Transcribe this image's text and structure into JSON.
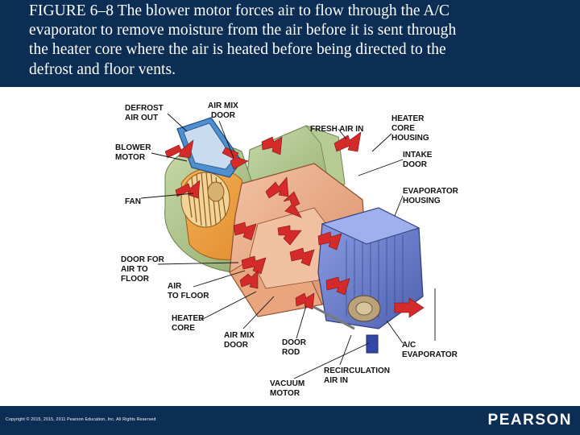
{
  "caption": {
    "line1": "FIGURE 6–8  The blower motor forces air to flow through the A/C",
    "line2": "evaporator to remove moisture from the air before it is sent through",
    "line3": "the heater core where the air is heated before being directed to the",
    "line4": "defrost and floor vents."
  },
  "labels": {
    "defrost_air_out": [
      "DEFROST",
      "AIR OUT"
    ],
    "air_mix_door_top": [
      "AIR MIX",
      "DOOR"
    ],
    "blower_motor": [
      "BLOWER",
      "MOTOR"
    ],
    "fresh_air_in": [
      "FRESH AIR IN"
    ],
    "heater_core_housing": [
      "HEATER",
      "CORE",
      "HOUSING"
    ],
    "intake_door": [
      "INTAKE",
      "DOOR"
    ],
    "fan": [
      "FAN"
    ],
    "evaporator_housing": [
      "EVAPORATOR",
      "HOUSING"
    ],
    "door_for_air_to_floor": [
      "DOOR FOR",
      "AIR TO",
      "FLOOR"
    ],
    "air_to_floor": [
      "AIR",
      "TO FLOOR"
    ],
    "heater_core": [
      "HEATER",
      "CORE"
    ],
    "air_mix_door_bottom": [
      "AIR MIX",
      "DOOR"
    ],
    "door_rod": [
      "DOOR",
      "ROD"
    ],
    "ac_evaporator": [
      "A/C",
      "EVAPORATOR"
    ],
    "recirculation_air_in": [
      "RECIRCULATION",
      "AIR IN"
    ],
    "vacuum_motor": [
      "VACUUM",
      "MOTOR"
    ]
  },
  "footer": {
    "copyright": "Copyright © 2015, 2015, 2011 Pearson Education, Inc. All Rights Reserved",
    "brand": "PEARSON"
  },
  "colors": {
    "header_bg": "#0c2d54",
    "arrow": "#d42a2a",
    "housing_tan": "#e9b08e",
    "evaporator_blue": "#6c7fd0",
    "defrost_blue": "#4d8fcf",
    "green_housing": "#a9c08a"
  }
}
